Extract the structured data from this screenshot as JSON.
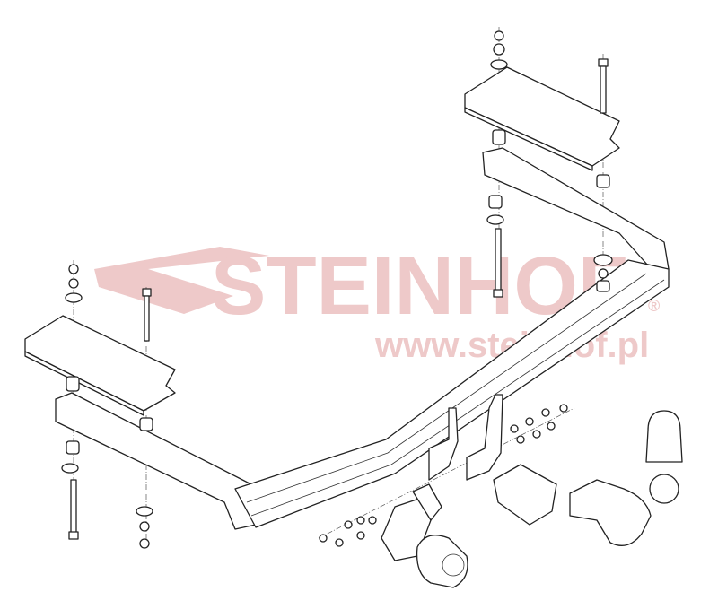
{
  "watermark": {
    "brand": "STEINHOF",
    "registered": "®",
    "url": "www.steinhof.pl",
    "color": "#eec9c9"
  },
  "drawing": {
    "line_color": "#222222",
    "parts": [
      "crossbar",
      "left-side-bracket",
      "right-side-bracket",
      "left-mounting-plate",
      "right-mounting-plate",
      "bolts",
      "nuts",
      "washers",
      "spacers",
      "socket-plate",
      "electrical-socket",
      "tow-ball-neck",
      "ball-cover",
      "lock-mechanism"
    ]
  }
}
